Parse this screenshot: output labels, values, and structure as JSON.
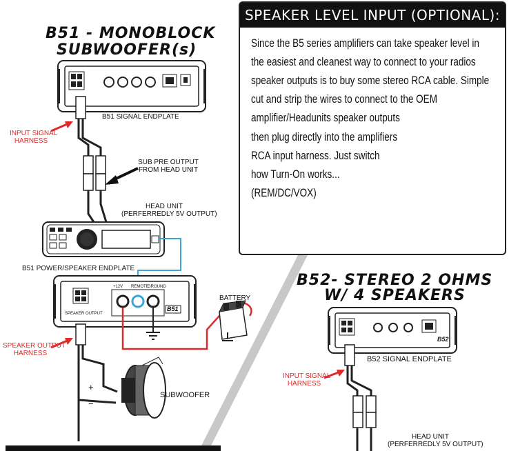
{
  "speaker_level": {
    "title": "SPEAKER LEVEL INPUT (OPTIONAL):",
    "lines": [
      "Since the B5 series amplifiers can take speaker level in",
      "the easiest and cleanest way to connect to your radios",
      "speaker outputs is to buy some stereo RCA cable. Simple",
      "cut and strip the wires to connect to the OEM",
      "amplifier/Headunits speaker outputs",
      "then plug directly into the amplifiers",
      "RCA input harness.  Just switch",
      "how Turn-On works...",
      "(REM/DC/VOX)"
    ]
  },
  "b51": {
    "title_line1": "B51 - MONOBLOCK",
    "title_line2": "SUBWOOFER(s)",
    "signal_endplate": "B51 SIGNAL ENDPLATE",
    "input_harness": [
      "INPUT SIGNAL",
      "HARNESS"
    ],
    "sub_pre_output": [
      "SUB PRE OUTPUT",
      "FROM HEAD UNIT"
    ],
    "head_unit": [
      "HEAD UNIT",
      "(PERFERREDLY 5V OUTPUT)"
    ],
    "power_endplate": "B51 POWER/SPEAKER ENDPLATE",
    "battery": "BATTERY",
    "speaker_output": [
      "SPEAKER OUTPUT",
      "HARNESS"
    ],
    "subwoofer": "SUBWOOFER",
    "plus": "+",
    "minus": "−",
    "badge": "B51",
    "terminal_labels": [
      "+12V",
      "REMOTE",
      "GROUND"
    ],
    "speaker_output_small": "SPEAKER OUTPUT"
  },
  "b52": {
    "title_line1": "B52- STEREO 2 OHMS",
    "title_line2": "W/ 4 SPEAKERS",
    "signal_endplate": "B52 SIGNAL ENDPLATE",
    "input_harness": [
      "INPUT SIGNAL",
      "HARNESS"
    ],
    "head_unit": [
      "HEAD UNIT",
      "(PERFERREDLY 5V OUTPUT)"
    ],
    "badge": "B52"
  },
  "colors": {
    "warning_red": "#e02a2a",
    "remote_blue": "#3aa6d8",
    "divider_gray": "#c8c8c8"
  }
}
